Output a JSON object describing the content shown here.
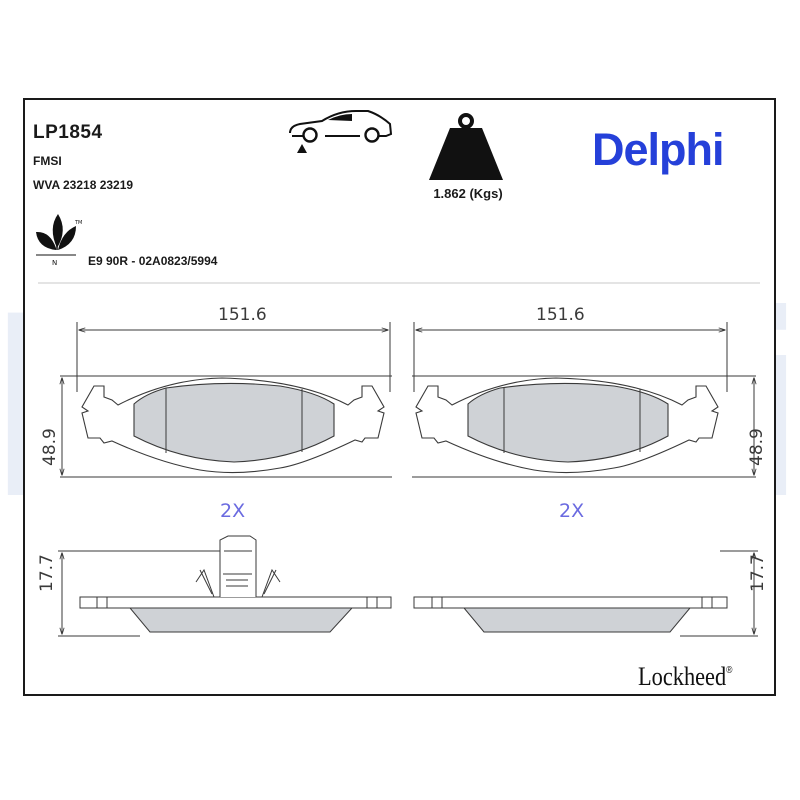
{
  "header": {
    "part_number": "LP1854",
    "fmsi_label": "FMSI",
    "wva_line": "WVA 23218 23219",
    "approval": "E9 90R - 02A0823/5994",
    "weight": "1.862 (Kgs)",
    "brand": "Delphi",
    "manufacturer": "Lockheed",
    "registered_mark": "®",
    "eco_mark_letter": "N",
    "eco_mark_tm": "TM"
  },
  "drawing": {
    "pad_width": "151.6",
    "pad_height": "48.9",
    "pad_thickness": "17.7",
    "quantity": "2X"
  },
  "icons": [
    "car-axle-icon",
    "weight-icon",
    "eco-leaves-icon"
  ],
  "colors": {
    "brand_blue": "#2540d9",
    "watermark": "#e9eef7",
    "friction_material": "#cfd2d6",
    "quantity_text": "#6a6ae0"
  }
}
